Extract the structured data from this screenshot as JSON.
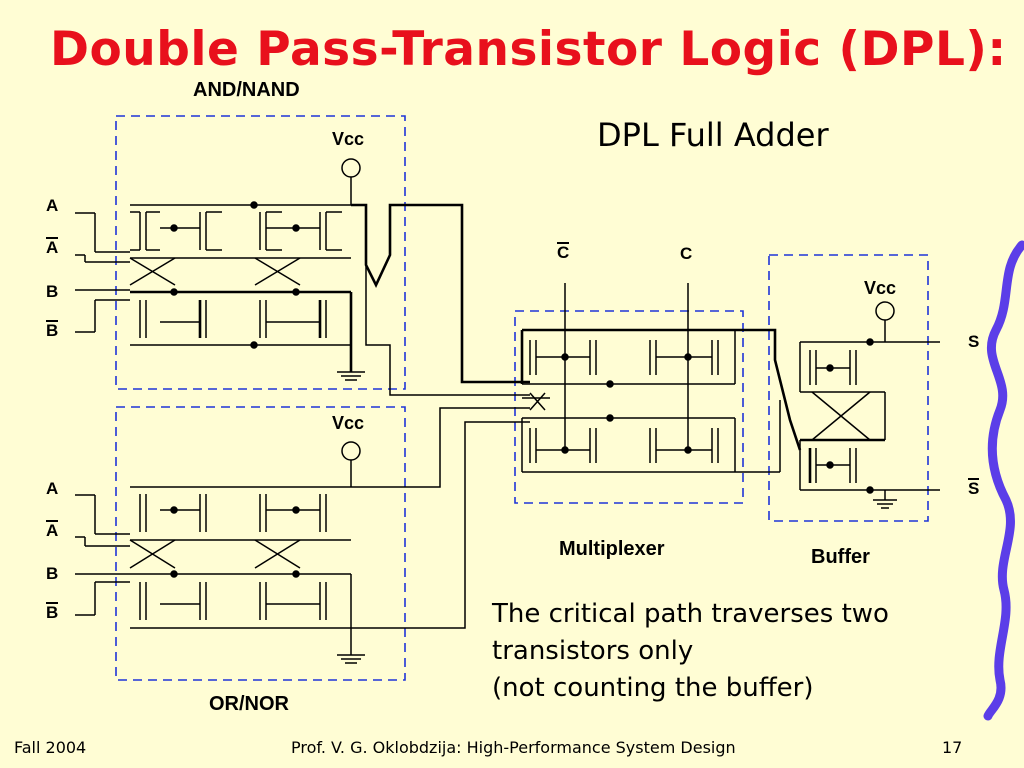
{
  "slide": {
    "title": "Double Pass-Transistor Logic (DPL):",
    "subtitle": "DPL Full Adder",
    "title_color": "#e8101c",
    "background_color": "#fffdd4",
    "accent_color": "#5b3ee8"
  },
  "blocks": {
    "and_nand": "AND/NAND",
    "or_nor": "OR/NOR",
    "multiplexer": "Multiplexer",
    "buffer": "Buffer"
  },
  "supply": {
    "vcc_and": "Vcc",
    "vcc_or": "Vcc",
    "vcc_buffer": "Vcc"
  },
  "inputs": {
    "and": [
      "A",
      "A",
      "B",
      "B"
    ],
    "or": [
      "A",
      "A",
      "B",
      "B"
    ],
    "carry_bar": "C",
    "carry": "C"
  },
  "outputs": {
    "sum": "S",
    "sum_bar": "S"
  },
  "notes": {
    "line1": "The critical path traverses two",
    "line2": "transistors only",
    "line3": "(not counting the buffer)"
  },
  "footer": {
    "left": "Fall 2004",
    "center": "Prof. V. G. Oklobdzija: High-Performance System Design",
    "page": "17"
  }
}
